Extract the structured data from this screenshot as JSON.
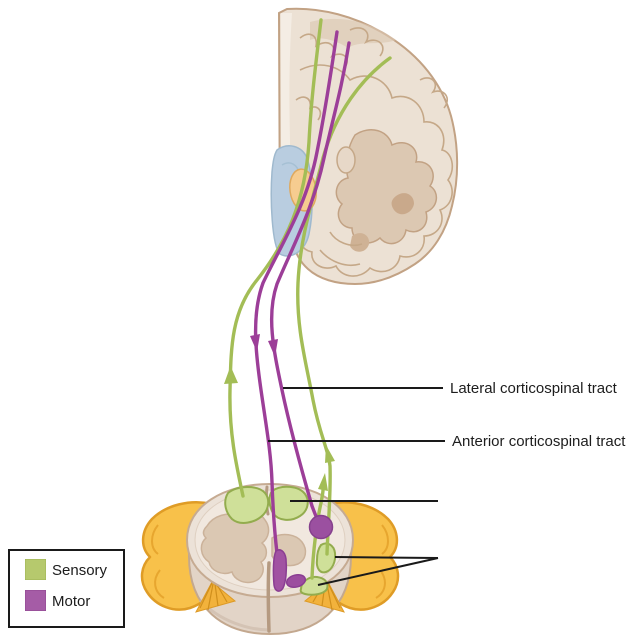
{
  "callouts": {
    "lateral": {
      "label": "Lateral corticospinal tract"
    },
    "anterior": {
      "label": "Anterior corticospinal tract"
    }
  },
  "legend": {
    "items": [
      {
        "label": "Sensory",
        "color": "#b6c96d"
      },
      {
        "label": "Motor",
        "color": "#a55ca6"
      }
    ]
  },
  "colors": {
    "sensory_line": "#a3bd56",
    "motor_line": "#9c3e98",
    "brain_fill": "#ece1d4",
    "brain_outline": "#c2a284",
    "ventricle_blue": "#b9cde0",
    "nucleus_orange": "#f6cc90",
    "nerve_root_yellow": "#f8c14a",
    "cord_fill": "#ece2d8",
    "leader_line": "#1a1a1a"
  }
}
